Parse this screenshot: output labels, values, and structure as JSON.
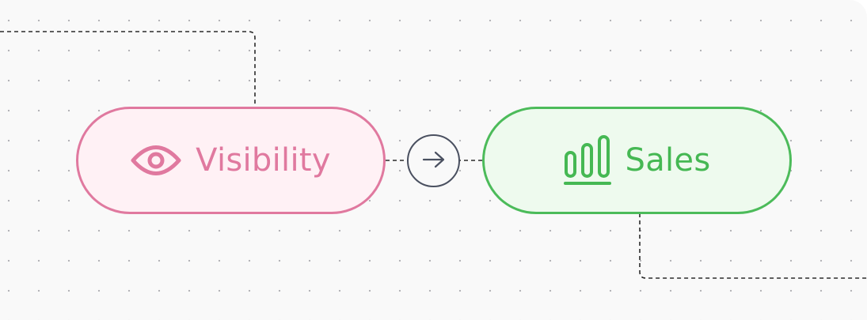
{
  "diagram": {
    "nodes": [
      {
        "id": "visibility",
        "label": "Visibility",
        "icon": "eye-icon",
        "border_color": "#e0799f",
        "fill_color": "#fff1f5",
        "text_color": "#e0799f"
      },
      {
        "id": "sales",
        "label": "Sales",
        "icon": "bar-chart-icon",
        "border_color": "#4cbb5a",
        "fill_color": "#eefaee",
        "text_color": "#45b853"
      }
    ],
    "connector": {
      "from": "visibility",
      "to": "sales",
      "icon": "arrow-right-icon",
      "color": "#4a5060"
    },
    "line_color": "#2b2b2b",
    "background_color": "#f9f9f9"
  }
}
